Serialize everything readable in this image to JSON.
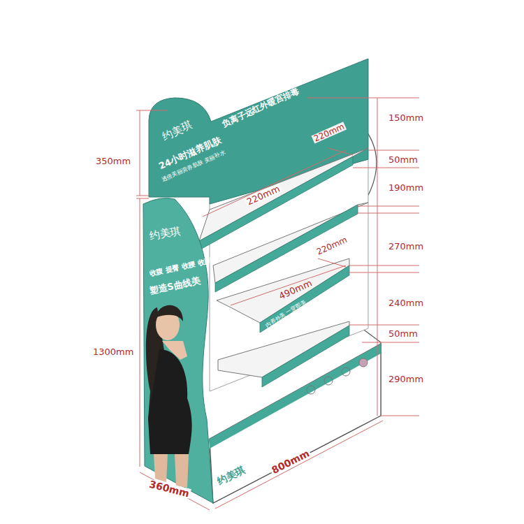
{
  "diagram": {
    "labels": [
      "350mm",
      "1300mm",
      "150mm",
      "50mm",
      "190mm",
      "270mm",
      "240mm",
      "50mm",
      "290mm",
      "220mm",
      "220mm",
      "220mm",
      "490mm",
      "360mm",
      "800mm",
      "约美琪",
      "24小时滋养肌肤",
      "透倍美丽营养肌肤 美丽补水",
      "负离子远红外暖宫排毒",
      "约美琪",
      "收腹 提臀 收腰 收副",
      "塑造S曲线美",
      "约美琪",
      "内养外美 一穿即美"
    ]
  }
}
